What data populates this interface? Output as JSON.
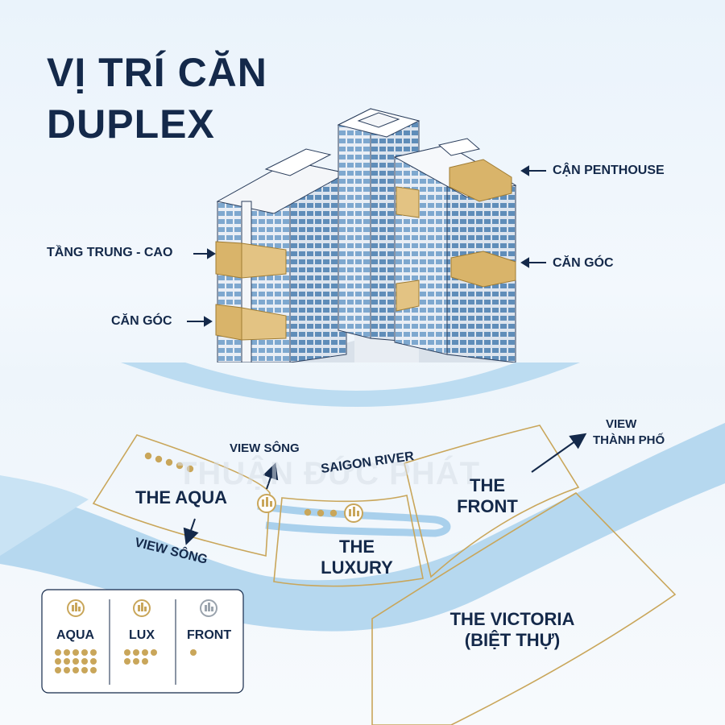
{
  "title": {
    "line1": "VỊ TRÍ CĂN",
    "line2": "DUPLEX"
  },
  "building_labels": {
    "can_penthouse": "CẬN PENTHOUSE",
    "tang_trung_cao": "TẦNG TRUNG - CAO",
    "can_goc_right": "CĂN GÓC",
    "can_goc_left": "CĂN GÓC"
  },
  "map_labels": {
    "view_song_top": "VIEW SÔNG",
    "saigon_river": "SAIGON RIVER",
    "view_song_river": "VIEW SÔNG",
    "view_city_line1": "VIEW",
    "view_city_line2": "THÀNH PHỐ"
  },
  "zones": {
    "aqua": "THE AQUA",
    "front_line1": "THE",
    "front_line2": "FRONT",
    "luxury_line1": "THE",
    "luxury_line2": "LUXURY",
    "victoria_line1": "THE VICTORIA",
    "victoria_line2": "(BIỆT THỰ)"
  },
  "legend": [
    {
      "label": "AQUA",
      "count": 15
    },
    {
      "label": "LUX",
      "count": 7
    },
    {
      "label": "FRONT",
      "count": 1
    }
  ],
  "watermark": "THUẬN ĐỨC PHÁT",
  "colors": {
    "navy": "#14294a",
    "gold": "#d2a64a",
    "river": "#b6d8ef",
    "glass": "#7ea8cf"
  }
}
